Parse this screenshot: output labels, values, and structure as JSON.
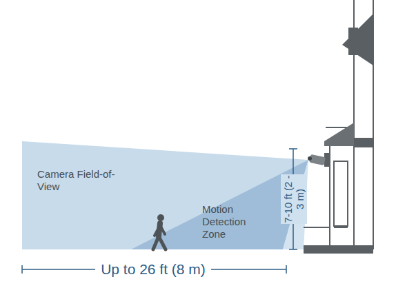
{
  "diagram": {
    "labels": [
      "Camera Field-of-View",
      "Motion Detection Zone",
      "7-10 ft (2 - 3 m)",
      "Up to 26 ft (8 m)"
    ]
  }
}
